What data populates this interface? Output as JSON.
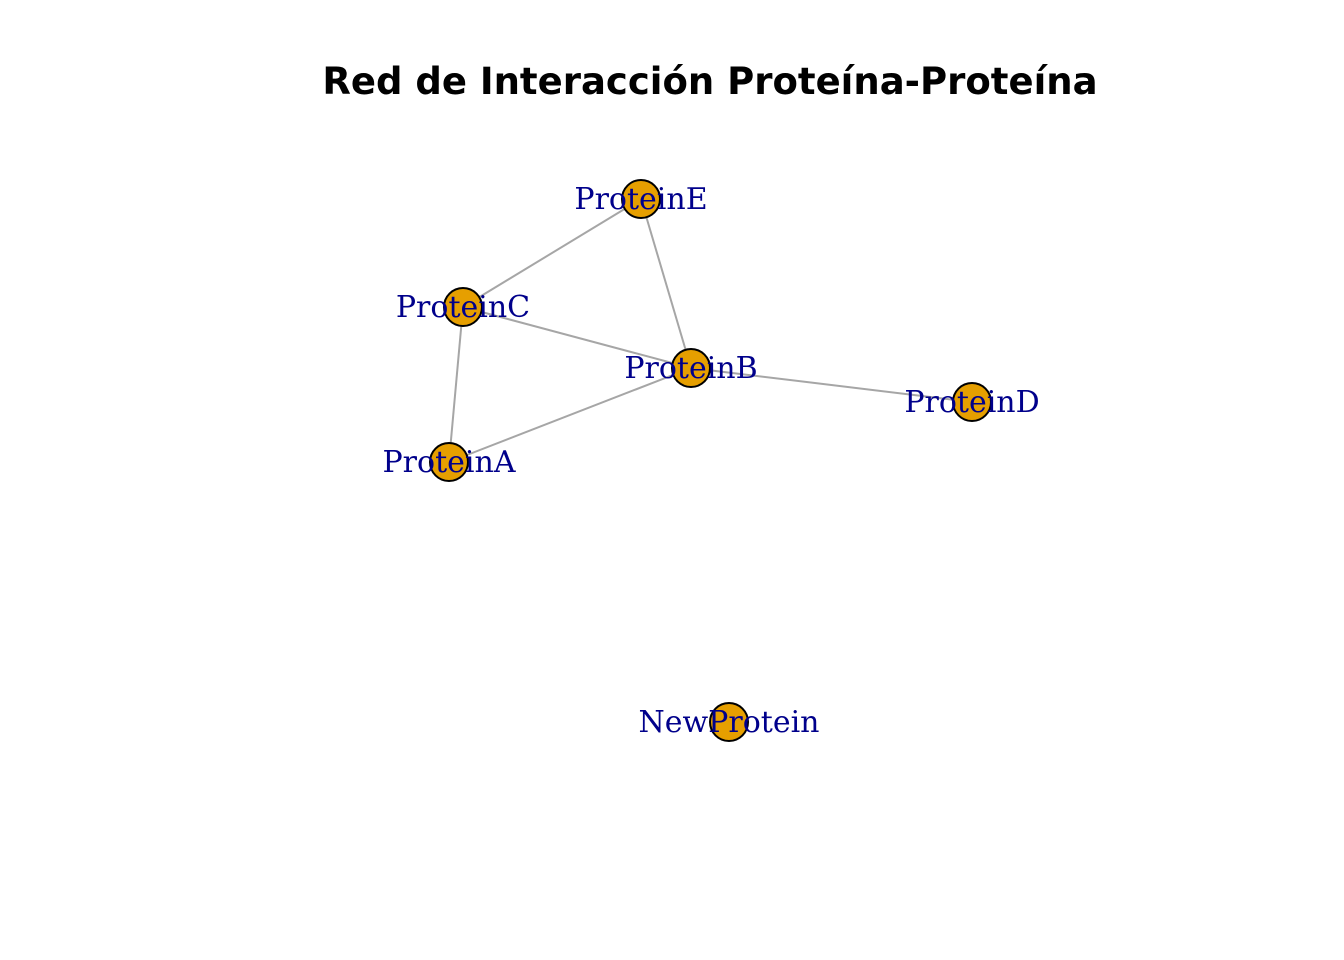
{
  "title": "Red de Interacción Proteína-Proteína",
  "colors": {
    "node_fill": "#e69f00",
    "node_stroke": "#000000",
    "edge": "#a6a6a6",
    "label": "#00008b"
  },
  "nodes": [
    {
      "id": "ProteinA",
      "label": "ProteinA"
    },
    {
      "id": "ProteinB",
      "label": "ProteinB"
    },
    {
      "id": "ProteinC",
      "label": "ProteinC"
    },
    {
      "id": "ProteinD",
      "label": "ProteinD"
    },
    {
      "id": "ProteinE",
      "label": "ProteinE"
    },
    {
      "id": "NewProtein",
      "label": "NewProtein"
    }
  ],
  "edges": [
    {
      "source": "ProteinA",
      "target": "ProteinB"
    },
    {
      "source": "ProteinA",
      "target": "ProteinC"
    },
    {
      "source": "ProteinB",
      "target": "ProteinC"
    },
    {
      "source": "ProteinB",
      "target": "ProteinD"
    },
    {
      "source": "ProteinB",
      "target": "ProteinE"
    },
    {
      "source": "ProteinC",
      "target": "ProteinE"
    }
  ]
}
